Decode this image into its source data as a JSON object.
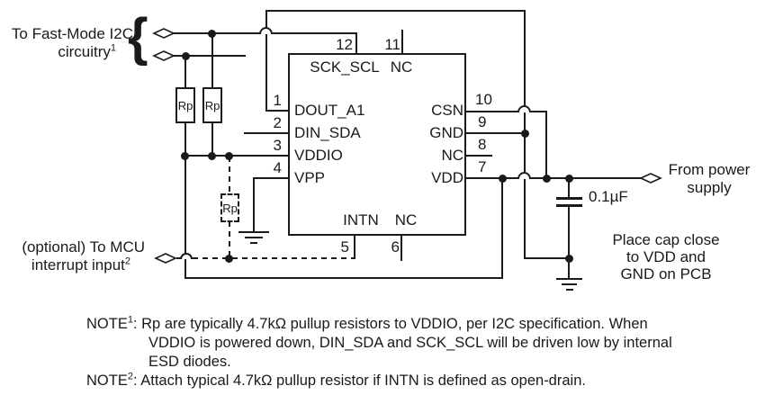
{
  "connector_labels": {
    "i2c": {
      "line1": "To Fast-Mode I2C",
      "line2": "circuitry",
      "sup": "1"
    },
    "mcu": {
      "line1": "(optional) To MCU",
      "line2": "interrupt input",
      "sup": "2"
    },
    "power": {
      "line1": "From power",
      "line2": "supply"
    }
  },
  "components": {
    "rp_left": "Rp",
    "rp_right": "Rp",
    "rp_optional": "Rp",
    "capacitor_value": "0.1µF"
  },
  "ic": {
    "top_pins": [
      {
        "num": "12",
        "name": "SCK_SCL"
      },
      {
        "num": "11",
        "name": "NC"
      }
    ],
    "left_pins": [
      {
        "num": "1",
        "name": "DOUT_A1"
      },
      {
        "num": "2",
        "name": "DIN_SDA"
      },
      {
        "num": "3",
        "name": "VDDIO"
      },
      {
        "num": "4",
        "name": "VPP"
      }
    ],
    "right_pins": [
      {
        "num": "10",
        "name": "CSN"
      },
      {
        "num": "9",
        "name": "GND"
      },
      {
        "num": "8",
        "name": "NC"
      },
      {
        "num": "7",
        "name": "VDD"
      }
    ],
    "bottom_pins": [
      {
        "num": "5",
        "name": "INTN"
      },
      {
        "num": "6",
        "name": "NC"
      }
    ]
  },
  "annotations": {
    "cap_note": {
      "line1": "Place cap close",
      "line2": "to VDD and",
      "line3": "GND on PCB"
    }
  },
  "notes": {
    "note1": {
      "label": "NOTE",
      "sup": "1",
      "text1": ": Rp are typically 4.7kΩ pullup resistors to VDDIO, per I2C specification. When",
      "text2": "VDDIO is powered down, DIN_SDA and SCK_SCL will be driven low by internal",
      "text3": "ESD diodes."
    },
    "note2": {
      "label": "NOTE",
      "sup": "2",
      "text1": ": Attach typical 4.7kΩ pullup resistor if INTN is defined as open-drain."
    }
  },
  "colors": {
    "ink": "#1a1a1a",
    "background": "#ffffff"
  }
}
